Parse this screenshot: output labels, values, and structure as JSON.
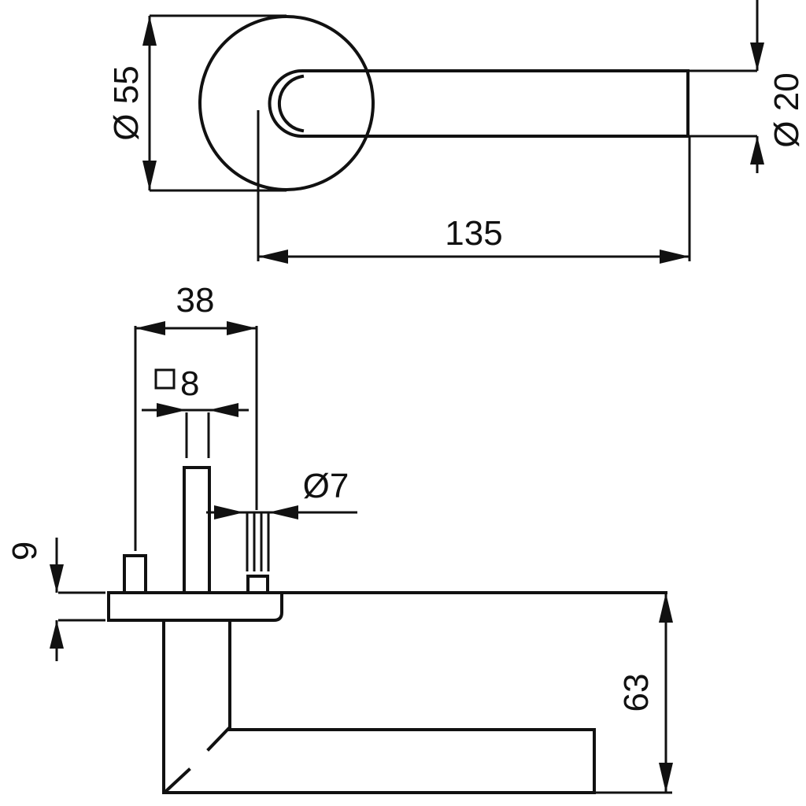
{
  "top_view": {
    "rose_diameter_label": "Ø 55",
    "lever_diameter_label": "Ø 20",
    "lever_length_label": "135"
  },
  "side_view": {
    "width_label": "38",
    "spindle_square_symbol": "□",
    "spindle_square_value": "8",
    "screw_diameter_label": "Ø7",
    "rose_thickness_label": "9",
    "lever_height_label": "63"
  }
}
